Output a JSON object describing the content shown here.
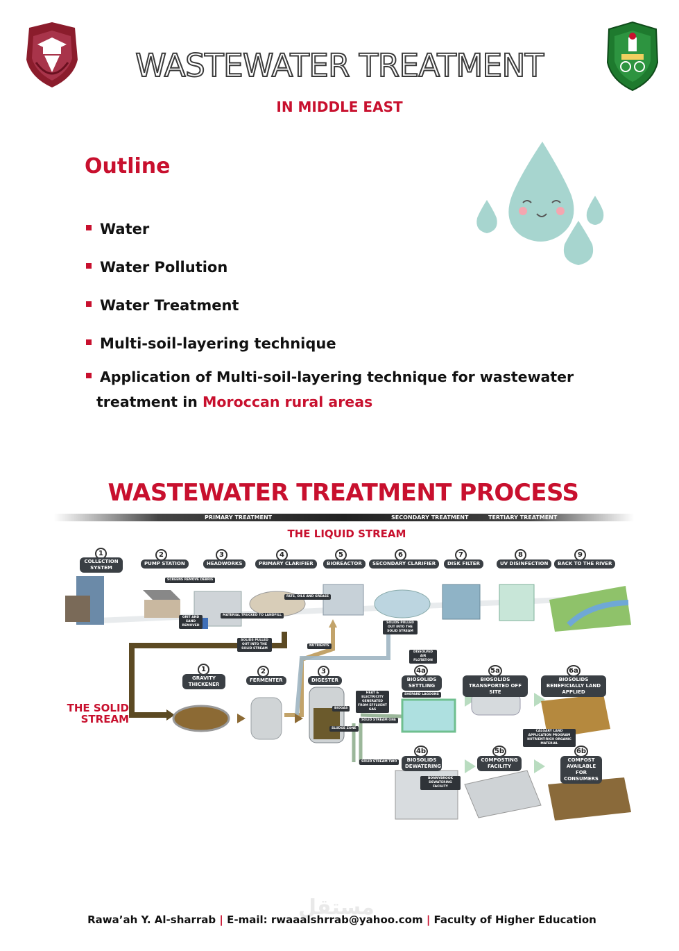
{
  "header": {
    "title": "WASTEWATER TREATMENT",
    "subtitle": "IN MIDDLE EAST"
  },
  "outline": {
    "heading": "Outline",
    "items": [
      "Water",
      "Water Pollution",
      "Water Treatment",
      "Multi-soil-layering technique"
    ],
    "last_item_prefix": "Application of Multi-soil-layering technique for wastewater",
    "last_item_line2_prefix": "treatment in ",
    "last_item_highlight": "Moroccan rural areas"
  },
  "process": {
    "title": "WASTEWATER TREATMENT PROCESS",
    "band_labels": [
      "PRIMARY TREATMENT",
      "SECONDARY TREATMENT",
      "TERTIARY TREATMENT"
    ],
    "liquid_stream_label": "THE LIQUID STREAM",
    "solid_stream_label": "THE SOLID STREAM",
    "liquid_steps": [
      {
        "num": "1",
        "label": "COLLECTION SYSTEM"
      },
      {
        "num": "2",
        "label": "PUMP STATION"
      },
      {
        "num": "3",
        "label": "HEADWORKS"
      },
      {
        "num": "4",
        "label": "PRIMARY CLARIFIER"
      },
      {
        "num": "5",
        "label": "BIOREACTOR"
      },
      {
        "num": "6",
        "label": "SECONDARY CLARIFIER"
      },
      {
        "num": "7",
        "label": "DISK FILTER"
      },
      {
        "num": "8",
        "label": "UV DISINFECTION"
      },
      {
        "num": "9",
        "label": "BACK TO THE RIVER"
      }
    ],
    "solid_steps": [
      {
        "num": "1",
        "label": "GRAVITY THICKENER"
      },
      {
        "num": "2",
        "label": "FERMENTER"
      },
      {
        "num": "3",
        "label": "DIGESTER"
      },
      {
        "num": "4a",
        "label": "BIOSOLIDS SETTLING"
      },
      {
        "num": "5a",
        "label": "BIOSOLIDS TRANSPORTED OFF SITE"
      },
      {
        "num": "6a",
        "label": "BIOSOLIDS BENEFICIALLY LAND APPLIED"
      },
      {
        "num": "4b",
        "label": "BIOSOLIDS DEWATERING"
      },
      {
        "num": "5b",
        "label": "COMPOSTING FACILITY"
      },
      {
        "num": "6b",
        "label": "COMPOST AVAILABLE FOR CONSUMERS"
      }
    ],
    "notes": {
      "solids_pulled_1": "SOLIDS PULLED OUT INTO THE SOLID STREAM",
      "solids_pulled_2": "SOLIDS PULLED OUT INTO THE SOLID STREAM",
      "nutrients": "NUTRIENTS",
      "daf": "DISSOLVED AIR FLOTATION",
      "heat": "HEAT & ELECTRICITY GENERATED FROM EFFLUENT GAS",
      "shepard": "SHEPARD LAGOONS",
      "biogas": "BIOGAS",
      "sludge": "SLUDGE ZONE",
      "stream_one": "SOLID STREAM ONE",
      "stream_two": "SOLID STREAM TWO",
      "bonnybrook": "BONNYBROOK DEWATERING FACILITY",
      "calgary": "CALGARY LAND APPLICATION PROGRAM NUTRIENT-RICH ORGANIC MATERIAL",
      "grit": "GRIT AND SAND REMOVED",
      "screens": "SCREENS REMOVE DEBRIS",
      "fats": "FATS, OILS AND GREASE",
      "trucked": "MATERIAL TRUCKED TO LANDFILL"
    }
  },
  "footer": {
    "name": "Rawa’ah Y. Al-sharrab",
    "email": "E-mail: rwaaalshrrab@yahoo.com",
    "faculty": "Faculty of Higher Education",
    "separator": "|"
  },
  "watermark": "مستقل",
  "colors": {
    "accent_red": "#c8102e",
    "water_drop": "#a7d5cf",
    "logo_left": "#8b1c2c",
    "logo_right": "#1e7a2e"
  }
}
